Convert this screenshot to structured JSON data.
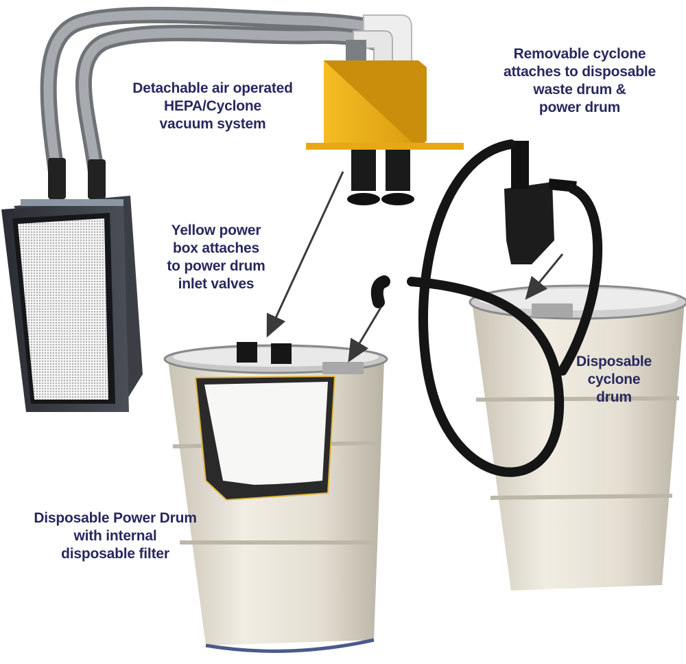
{
  "colors": {
    "label_text": "#28285e",
    "power_box": "#f2b51c",
    "drum": "#e7e2d6",
    "hose_gray": "#8c8f93",
    "hose_black": "#151515",
    "filter_bag": "#f7f7f5",
    "pvc": "#eeeeee"
  },
  "labels": {
    "vacuum_system": [
      "Detachable air operated",
      "HEPA/Cyclone",
      "vacuum system"
    ],
    "removable_cyclone": [
      "Removable cyclone",
      "attaches to disposable",
      "waste drum &",
      "power drum"
    ],
    "power_box": [
      "Yellow power",
      "box attaches",
      "to power drum",
      "inlet valves"
    ],
    "cyclone_drum": [
      "Disposable",
      "cyclone",
      "drum"
    ],
    "power_drum": [
      "Disposable Power Drum",
      "with internal",
      "disposable filter"
    ]
  }
}
